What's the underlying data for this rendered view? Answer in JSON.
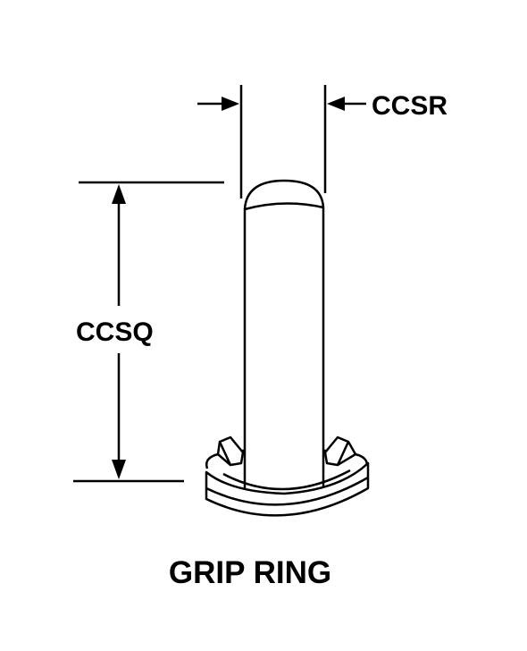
{
  "diagram": {
    "title": "GRIP RING",
    "labels": {
      "width_code": "CCSR",
      "height_code": "CCSQ"
    }
  }
}
